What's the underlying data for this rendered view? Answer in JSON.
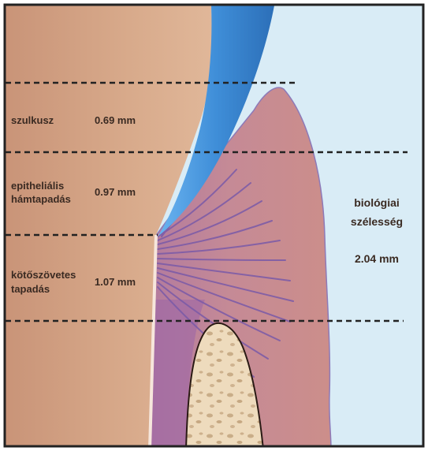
{
  "zones": [
    {
      "name": "szulkusz",
      "label_lines": [
        "szulkusz"
      ],
      "value": "0.69 mm"
    },
    {
      "name": "epithelialis-hamtapadas",
      "label_lines": [
        "epitheliális",
        "hámtapadás"
      ],
      "value": "0.97 mm"
    },
    {
      "name": "koteszovetes-tapadas",
      "label_lines": [
        "kötőszövetes",
        "tapadás"
      ],
      "value": "1.07 mm"
    }
  ],
  "biologic_width": {
    "label_lines": [
      "biológiai",
      "szélesség"
    ],
    "value": "2.04 mm"
  },
  "colors": {
    "background": "#d9ecf6",
    "tooth_root": "#d9a98a",
    "enamel": "#3f8ed8",
    "gingiva": "#c7888a",
    "fibers": "#7a5aa8",
    "bone": "#eedbbd",
    "frame": "#222222"
  }
}
